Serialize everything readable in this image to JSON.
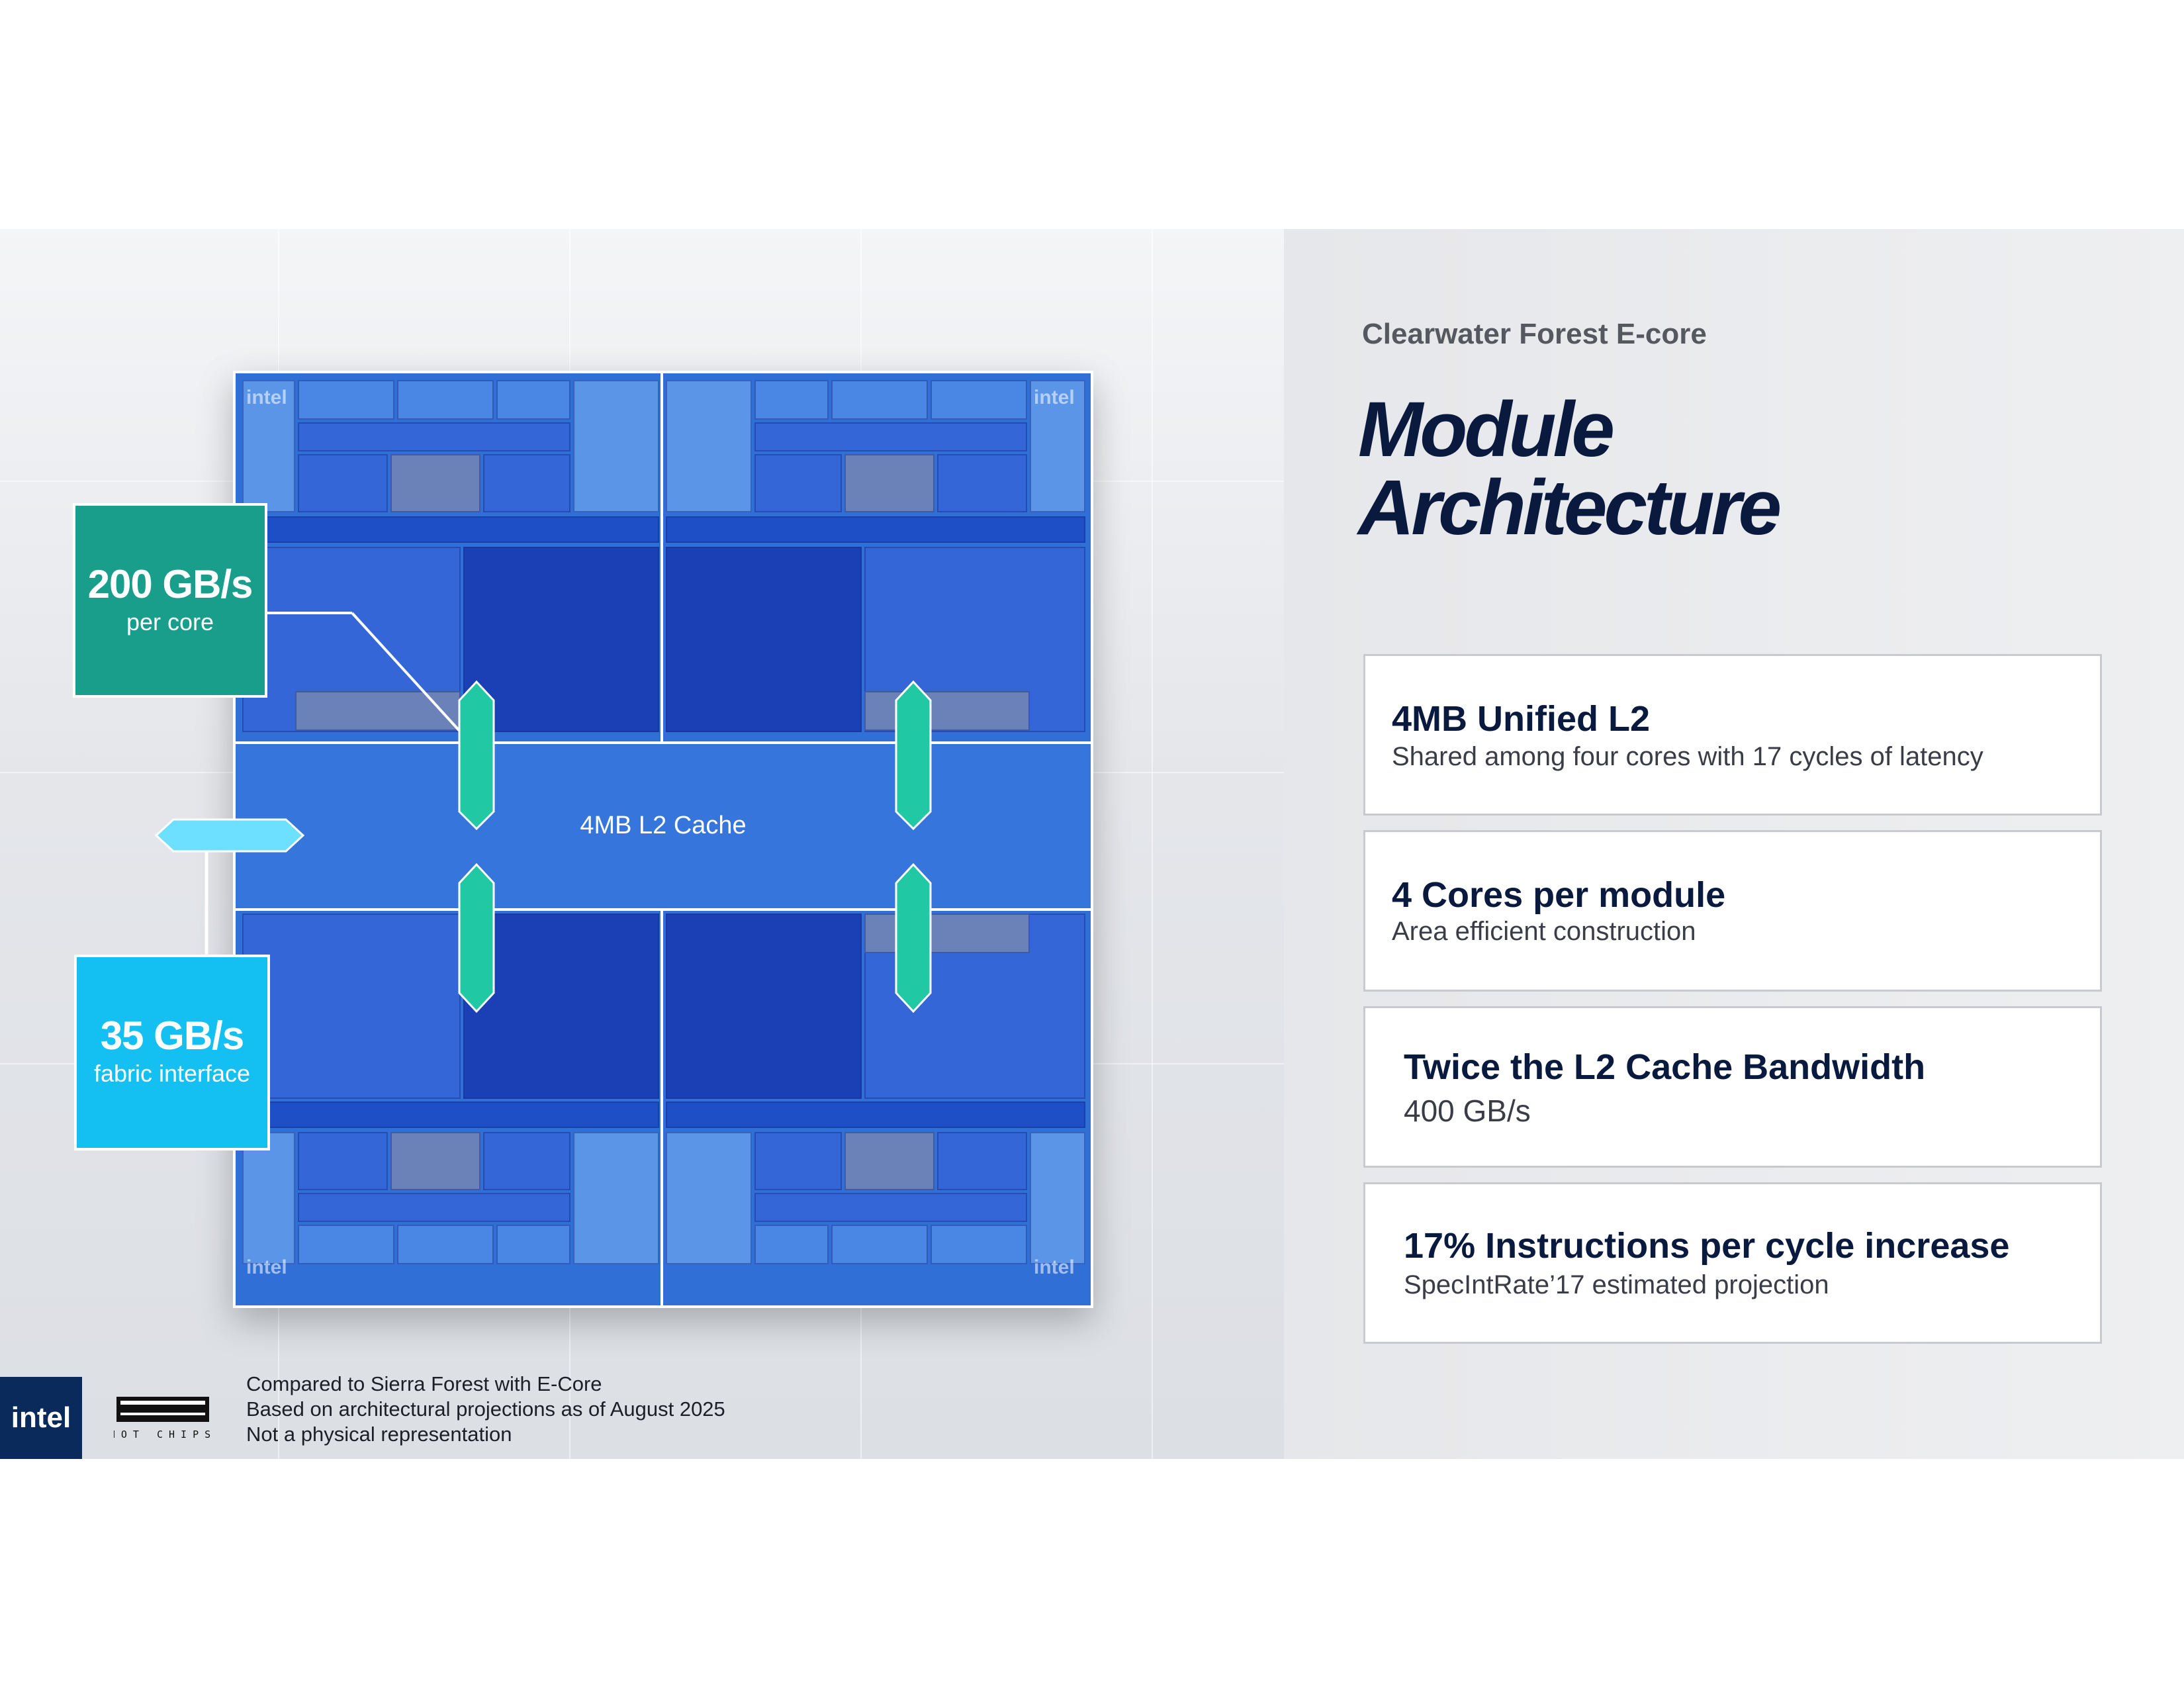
{
  "header": {
    "subtitle": "Clearwater Forest E-core",
    "title_line1": "Module",
    "title_line2": "Architecture"
  },
  "diagram": {
    "l2_label": "4MB L2 Cache",
    "die_logo": "intel",
    "callout_core": {
      "value": "200 GB/s",
      "caption": "per core"
    },
    "callout_fabric": {
      "value": "35 GB/s",
      "caption": "fabric interface"
    }
  },
  "cards": [
    {
      "title": "4MB Unified L2",
      "subtitle": "Shared among four cores with 17 cycles of latency"
    },
    {
      "title": "4 Cores per module",
      "subtitle": "Area efficient construction"
    },
    {
      "title": "Twice the L2 Cache Bandwidth",
      "subtitle": "400 GB/s"
    },
    {
      "title": "17% Instructions per cycle increase",
      "subtitle": "SpecIntRate’17 estimated projection"
    }
  ],
  "footer": {
    "logo": "intel",
    "event_logo": "HOT CHIPS",
    "notes": [
      "Compared to Sierra Forest with E-Core",
      "Based on architectural projections as of August 2025",
      "Not a physical representation"
    ]
  },
  "colors": {
    "teal_callout": "#1a9e8c",
    "cyan_callout": "#14c0f2",
    "arrow_green": "#20c9a3",
    "arrow_cyan": "#6ee0ff",
    "title_navy": "#0a1a3f",
    "die_blue": "#2f6fd6"
  }
}
